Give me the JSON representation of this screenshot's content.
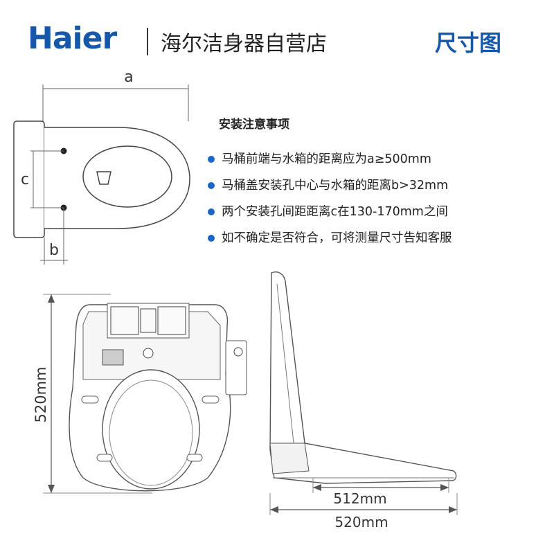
{
  "header": {
    "logo_text": "Haier",
    "store_name": "海尔洁身器自营店",
    "page_title": "尺寸图"
  },
  "top_diagram": {
    "label_a": "a",
    "label_b": "b",
    "label_c": "c"
  },
  "notes": {
    "title": "安装注意事项",
    "items": [
      "马桶前端与水箱的距离应为a≥500mm",
      "马桶盖安装孔中心与水箱的距离b>32mm",
      "两个安装孔间距距离c在130-170mm之间",
      "如不确定是否符合，可将测量尺寸告知客服"
    ]
  },
  "dimensions": {
    "height_label": "520mm",
    "inner_width_label": "512mm",
    "total_width_label": "520mm"
  },
  "colors": {
    "brand_blue": "#1557a8",
    "bullet_blue": "#1b64c8",
    "line": "#555555"
  }
}
